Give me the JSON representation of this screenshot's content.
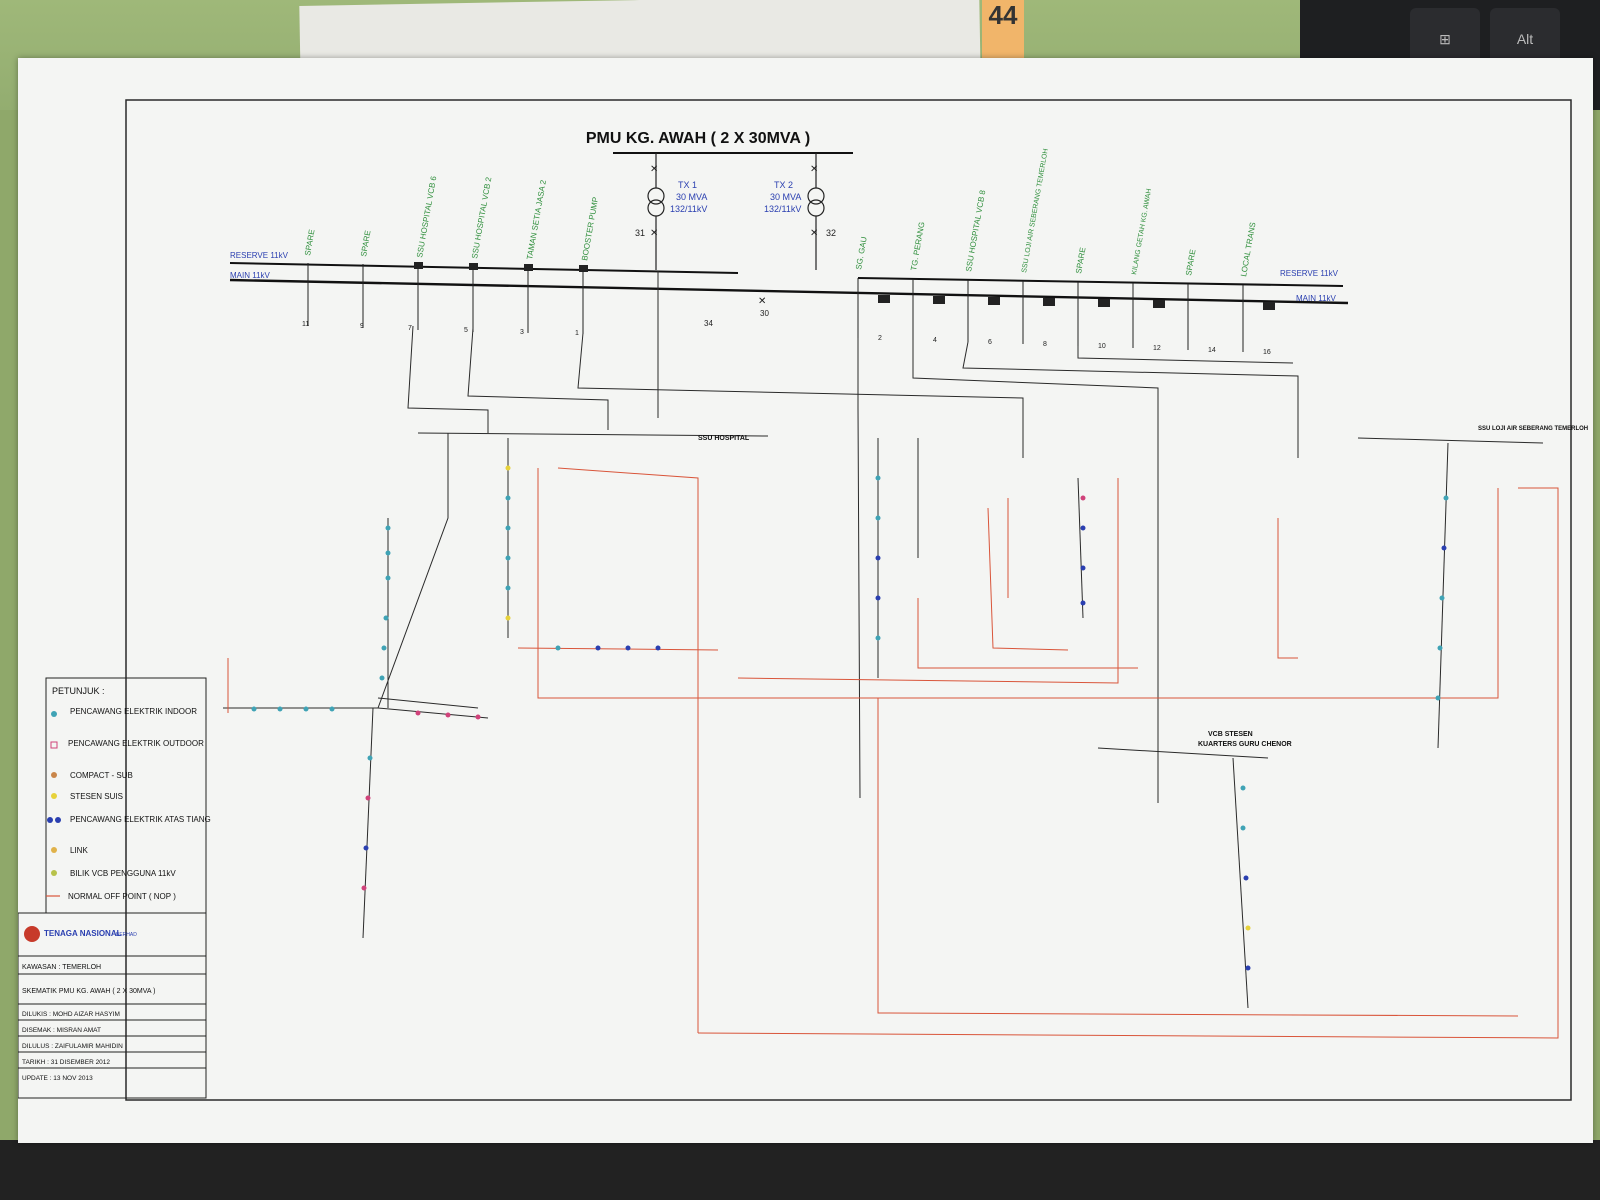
{
  "background": {
    "sticky_note": "44",
    "key_alt": "Alt"
  },
  "diagram": {
    "title": "PMU KG. AWAH ( 2 X 30MVA )",
    "transformers": [
      {
        "name": "TX 1",
        "rating": "30 MVA",
        "voltage": "132/11kV",
        "breaker": "31"
      },
      {
        "name": "TX 2",
        "rating": "30 MVA",
        "voltage": "132/11kV",
        "breaker": "32"
      }
    ],
    "buses": {
      "reserve_left": "RESERVE 11kV",
      "main_left": "MAIN 11kV",
      "reserve_right": "RESERVE 11kV",
      "main_right": "MAIN 11kV",
      "coupler_1": "34",
      "coupler_2": "30"
    },
    "feeders_left": [
      "SPARE",
      "SPARE",
      "SSU HOSPITAL VCB 6",
      "SSU HOSPITAL VCB 2",
      "TAMAN SETIA JASA 2",
      "BOOSTER PUMP"
    ],
    "feeders_right": [
      "SG. GAU",
      "TG. PERANG",
      "SSU HOSPITAL VCB 8",
      "SSU LOJI AIR SEBERANG TEMERLOH",
      "SPARE",
      "KILANG GETAH KG. AWAH",
      "SPARE",
      "LOCAL TRANS"
    ],
    "feeder_numbers_left": [
      "11",
      "9",
      "7",
      "5",
      "3",
      "1"
    ],
    "feeder_numbers_right": [
      "2",
      "4",
      "6",
      "8",
      "10",
      "12",
      "14",
      "16"
    ],
    "ssu_hospital": "SSU HOSPITAL",
    "ssu_loji_air": "SSU LOJI AIR SEBERANG TEMERLOH",
    "vcb_stesen": "VCB STESEN",
    "vcb_stesen_sub": "KUARTERS GURU CHENOR"
  },
  "legend": {
    "heading": "PETUNJUK :",
    "items": [
      {
        "label": "PENCAWANG ELEKTRIK INDOOR",
        "color": "#3fa3b5"
      },
      {
        "label": "PENCAWANG ELEKTRIK OUTDOOR",
        "color": "#d0427a"
      },
      {
        "label": "COMPACT - SUB",
        "color": "#c9864a"
      },
      {
        "label": "STESEN SUIS",
        "color": "#e7d23a"
      },
      {
        "label": "PENCAWANG ELEKTRIK ATAS TIANG",
        "color": "#2a3fb0"
      },
      {
        "label": "LINK",
        "color": "#e0b24a"
      },
      {
        "label": "BILIK VCB PENGGUNA 11kV",
        "color": "#b7c24a"
      },
      {
        "label": "NORMAL OFF POINT ( NOP )",
        "color": "#d9553a"
      }
    ]
  },
  "title_block": {
    "company": "TENAGA NASIONAL",
    "company_suffix": "BERHAD",
    "kawasan": "KAWASAN : TEMERLOH",
    "skematik": "SKEMATIK PMU KG. AWAH ( 2 X 30MVA )",
    "dilukis": "DILUKIS : MOHD AIZAR HASYIM",
    "disemak": "DISEMAK : MISRAN AMAT",
    "dilulus": "DILULUS : ZAIFULAMIR MAHIDIN",
    "tarikh": "TARIKH : 31 DISEMBER 2012",
    "update": "UPDATE : 13 NOV 2013"
  },
  "colors": {
    "line_black": "#2a2a2a",
    "line_red": "#d9553a",
    "feeder_green": "#2f8f3c",
    "bus_blue": "#2a3fb0"
  }
}
